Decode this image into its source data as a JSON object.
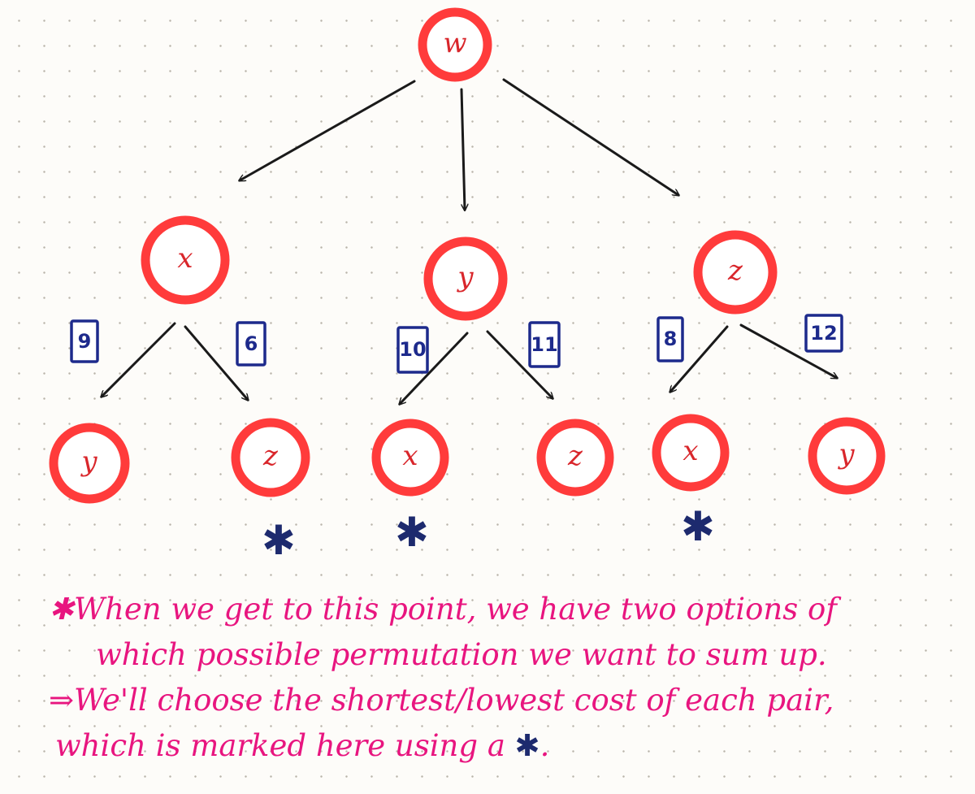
{
  "tree": {
    "root": {
      "label": "w"
    },
    "level1": [
      {
        "label": "x"
      },
      {
        "label": "y"
      },
      {
        "label": "z"
      }
    ],
    "leaves": [
      {
        "label": "y",
        "cost": "9",
        "selected": false
      },
      {
        "label": "z",
        "cost": "6",
        "selected": true
      },
      {
        "label": "x",
        "cost": "10",
        "selected": true
      },
      {
        "label": "z",
        "cost": "11",
        "selected": false
      },
      {
        "label": "x",
        "cost": "8",
        "selected": true
      },
      {
        "label": "y",
        "cost": "12",
        "selected": false
      }
    ],
    "star_symbol": "✱"
  },
  "note": {
    "line1": "✱When we get to this point, we have two options of",
    "line2": "which possible permutation we want to sum up.",
    "line3": "⇒We'll choose the shortest/lowest cost of each pair,",
    "line4_text": "which is marked here using a",
    "line4_star": "✱",
    "line4_end": "."
  },
  "colors": {
    "node_ring": "#ff3b3b",
    "node_text": "#d9262b",
    "cost_ink": "#1d2a8c",
    "star_ink": "#1d2a6e",
    "note_ink": "#e8157f",
    "edge_ink": "#1a1a1a"
  }
}
